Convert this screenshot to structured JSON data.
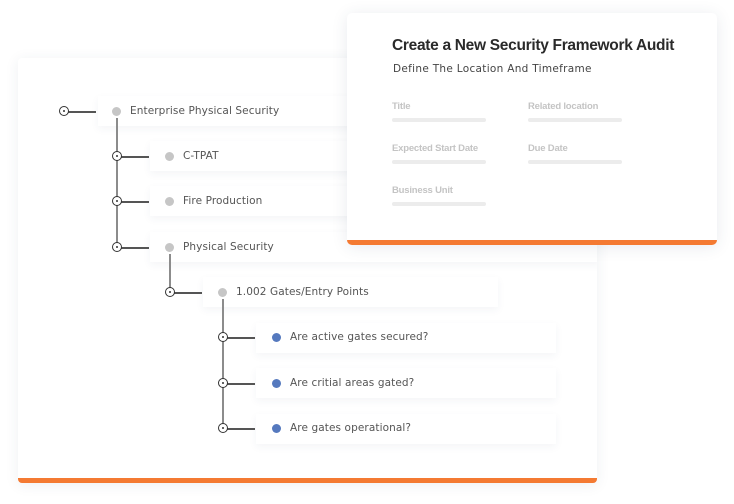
{
  "tree": {
    "nodes": [
      {
        "id": "root",
        "label": "Enterprise Physical Security",
        "dot": "grey",
        "level": 0
      },
      {
        "id": "ctpat",
        "label": "C-TPAT",
        "dot": "grey",
        "level": 1
      },
      {
        "id": "fire",
        "label": "Fire Production",
        "dot": "grey",
        "level": 1
      },
      {
        "id": "phys",
        "label": "Physical Security",
        "dot": "grey",
        "level": 1
      },
      {
        "id": "gates",
        "label": "1.002 Gates/Entry Points",
        "dot": "grey",
        "level": 2
      },
      {
        "id": "q1",
        "label": "Are active gates secured?",
        "dot": "blue",
        "level": 3
      },
      {
        "id": "q2",
        "label": "Are critial areas gated?",
        "dot": "blue",
        "level": 3
      },
      {
        "id": "q3",
        "label": "Are gates operational?",
        "dot": "blue",
        "level": 3
      }
    ]
  },
  "audit_form": {
    "title": "Create a New Security Framework Audit",
    "subtitle": "Define The Location And Timeframe",
    "fields": [
      {
        "label": "Title",
        "value": ""
      },
      {
        "label": "Related location",
        "value": ""
      },
      {
        "label": "Expected Start Date",
        "value": ""
      },
      {
        "label": "Due Date",
        "value": ""
      },
      {
        "label": "Business Unit",
        "value": ""
      }
    ]
  },
  "colors": {
    "accent": "#f47a32",
    "dot_grey": "#c6c6c6",
    "dot_blue": "#5579be"
  }
}
